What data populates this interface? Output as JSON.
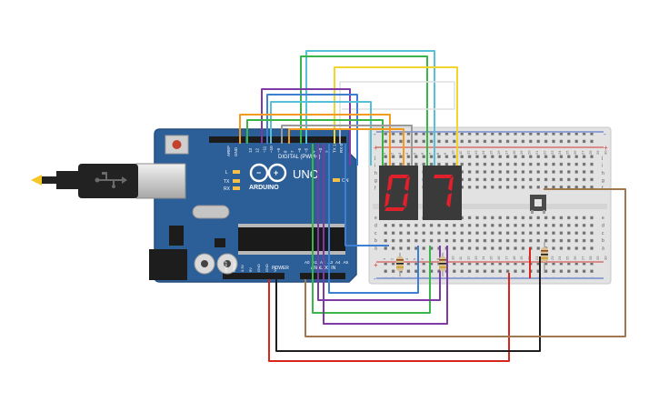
{
  "colors": {
    "board": "#2c5f98",
    "board_edge": "#244f80",
    "breadboard": "#e4e4e4",
    "rail_red": "#d23b35",
    "rail_blue": "#3f63c4",
    "segment_on": "#e0202b",
    "segment_body": "#3a3a3a",
    "wire_cyan": "#54c1d7",
    "wire_green": "#39b54a",
    "wire_orange": "#f39a21",
    "wire_purple": "#7e3aa5",
    "wire_yellow": "#f1d52b",
    "wire_blue": "#3f7fd3",
    "wire_gray": "#9a9a9a",
    "wire_red": "#d9261c",
    "wire_black": "#1e1e1e",
    "wire_brown": "#a07850"
  },
  "arduino": {
    "logo_text": "ARDUINO",
    "model_label": "UNO",
    "digital_label": "DIGITAL (PWM~)",
    "analog_label": "ANALOG IN",
    "power_label": "POWER",
    "aref_label": "AREF",
    "gnd_label": "GND",
    "led_l": "L",
    "led_tx": "TX",
    "led_rx": "RX",
    "led_on": "ON",
    "pin_labels_digital": [
      "13",
      "12",
      "~11",
      "~10",
      "~9",
      "8",
      "7",
      "~6",
      "~5",
      "4",
      "~3",
      "2",
      "TX 1",
      "RX 0"
    ],
    "power_pins": [
      "IOREF",
      "RESET",
      "3.3V",
      "5V",
      "GND",
      "GND",
      "Vin"
    ],
    "analog_pins": [
      "A0",
      "A1",
      "A2",
      "A3",
      "A4",
      "A5"
    ]
  },
  "breadboard": {
    "row_letters_top": [
      "j",
      "i",
      "h",
      "g",
      "f"
    ],
    "row_letters_bottom": [
      "e",
      "d",
      "c",
      "b",
      "a"
    ],
    "rail_plus": "+",
    "rail_minus": "-",
    "column_numbers": [
      "1",
      "2",
      "3",
      "4",
      "5",
      "6",
      "7",
      "8",
      "9",
      "10",
      "11",
      "12",
      "13",
      "14",
      "15",
      "16",
      "17",
      "18",
      "19",
      "20",
      "21",
      "22",
      "23",
      "24",
      "25",
      "26",
      "27",
      "28",
      "29",
      "30"
    ]
  },
  "displays": [
    {
      "digit": "0"
    },
    {
      "digit": "7"
    }
  ],
  "components": {
    "pushbutton": "pushbutton",
    "resistors": [
      "resistor-left",
      "resistor-mid",
      "resistor-right"
    ]
  }
}
